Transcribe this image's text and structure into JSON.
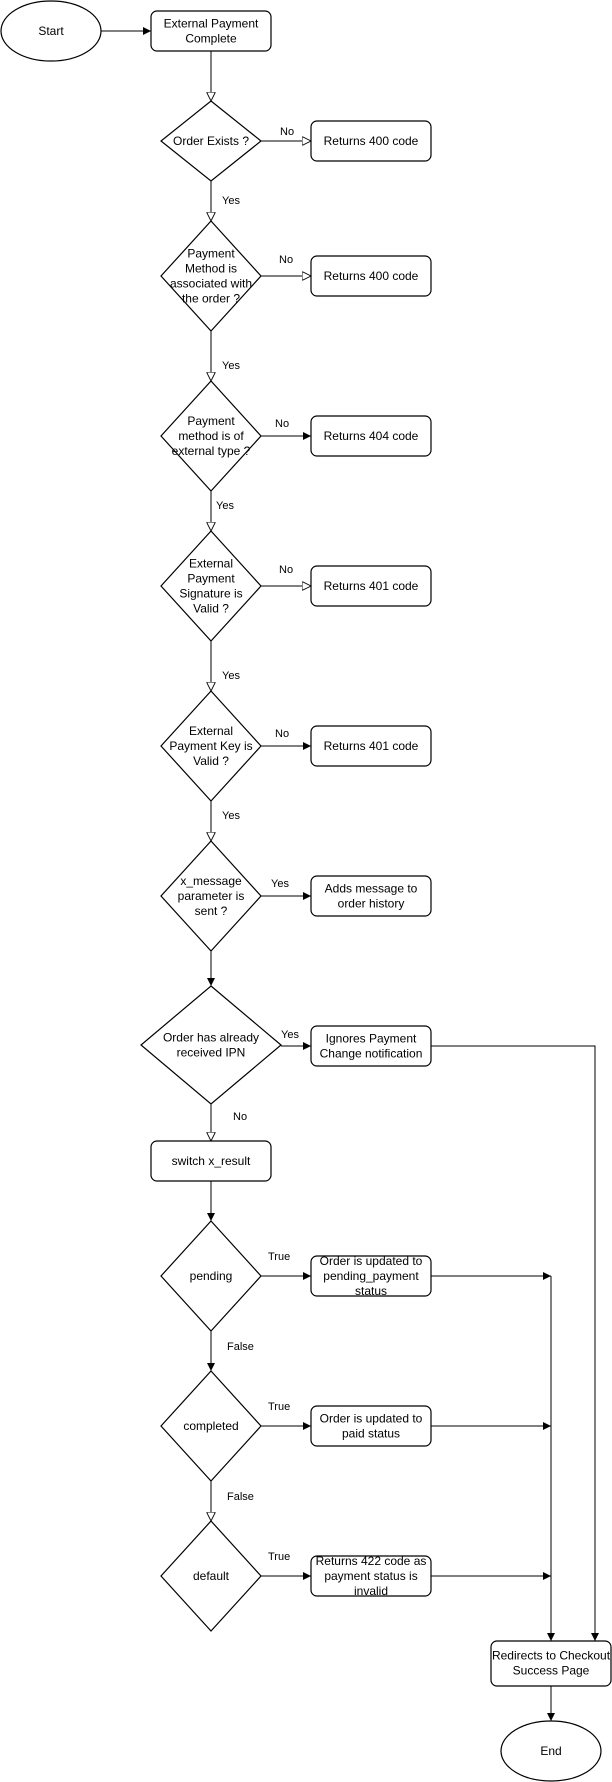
{
  "nodes": {
    "start": "Start",
    "external_payment_complete": [
      "External Payment",
      "Complete"
    ],
    "order_exists": [
      "Order Exists ?"
    ],
    "returns_400_a": [
      "Returns 400 code"
    ],
    "payment_method_associated": [
      "Payment",
      "Method is",
      "associated with",
      "the order ?"
    ],
    "returns_400_b": [
      "Returns 400 code"
    ],
    "payment_method_external": [
      "Payment",
      "method is of",
      "external type ?"
    ],
    "returns_404": [
      "Returns 404 code"
    ],
    "signature_valid": [
      "External",
      "Payment",
      "Signature is",
      "Valid ?"
    ],
    "returns_401_a": [
      "Returns 401 code"
    ],
    "key_valid": [
      "External",
      "Payment Key is",
      "Valid ?"
    ],
    "returns_401_b": [
      "Returns 401 code"
    ],
    "x_message_sent": [
      "x_message",
      "parameter is",
      "sent ?"
    ],
    "adds_message": [
      "Adds message to",
      "order history"
    ],
    "already_received_ipn": [
      "Order has already",
      "received IPN"
    ],
    "ignores_notification": [
      "Ignores Payment",
      "Change notification"
    ],
    "switch_x_result": [
      "switch x_result"
    ],
    "pending": [
      "pending"
    ],
    "updated_pending": [
      "Order is updated to",
      "pending_payment",
      "status"
    ],
    "completed": [
      "completed"
    ],
    "updated_paid": [
      "Order is updated to",
      "paid status"
    ],
    "default": [
      "default"
    ],
    "returns_422": [
      "Returns 422 code as",
      "payment status is",
      "invalid"
    ],
    "redirects": [
      "Redirects to Checkout",
      "Success Page"
    ],
    "end": "End"
  },
  "edge_labels": {
    "no_order_exists": "No",
    "yes_order_exists": "Yes",
    "no_payment_method": "No",
    "yes_payment_method": "Yes",
    "no_external_type": "No",
    "yes_external_type": "Yes",
    "no_signature": "No",
    "yes_signature": "Yes",
    "no_key": "No",
    "yes_key": "Yes",
    "yes_x_message": "Yes",
    "yes_ipn": "Yes",
    "no_ipn": "No",
    "true_pending": "True",
    "false_pending": "False",
    "true_completed": "True",
    "false_completed": "False",
    "true_default": "True"
  }
}
